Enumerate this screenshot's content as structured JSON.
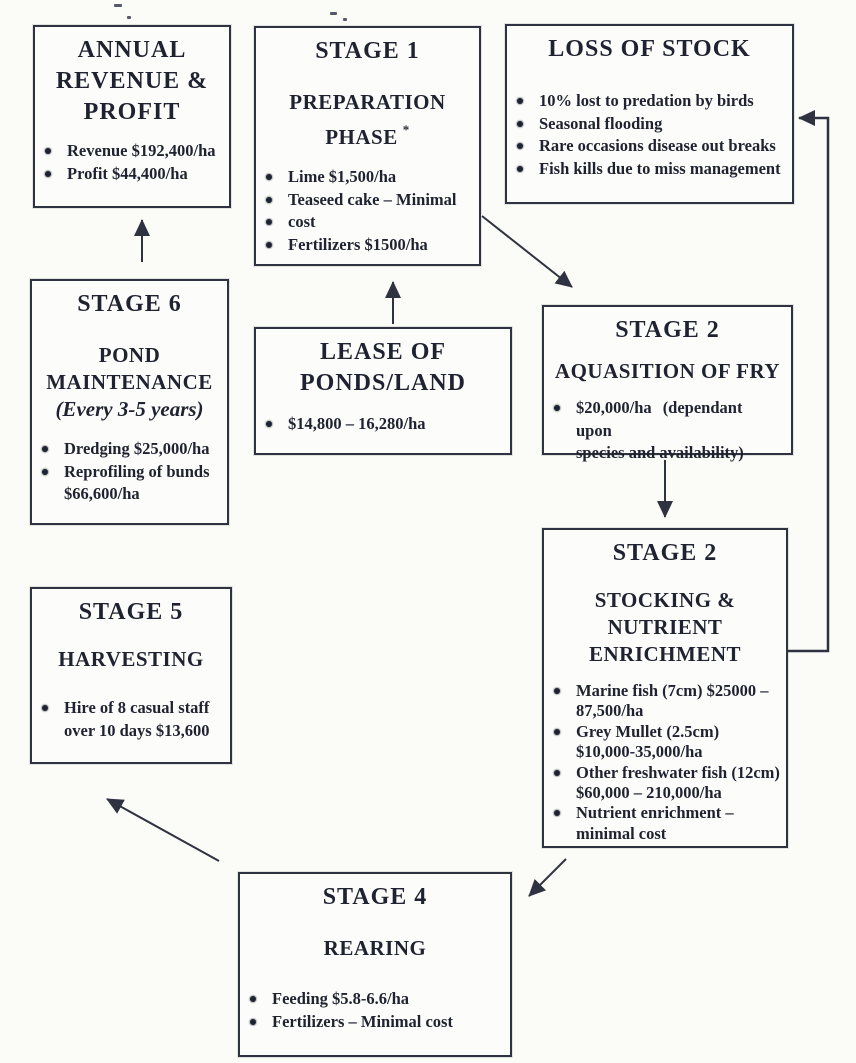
{
  "colors": {
    "ink": "#1f2230",
    "line": "#2f3240",
    "background": "#fbfbf8"
  },
  "boxes": {
    "annual": {
      "title_lines": [
        "ANNUAL",
        "REVENUE &",
        "PROFIT"
      ],
      "items": [
        {
          "bullet": true,
          "text": "Revenue $192,400/ha"
        },
        {
          "bullet": true,
          "text": "Profit $44,400/ha"
        }
      ]
    },
    "stage1": {
      "title": "STAGE 1",
      "subtitle_lines": [
        "PREPARATION",
        "PHASE"
      ],
      "footnote_marker": "*",
      "items": [
        {
          "bullet": true,
          "text": "Lime $1,500/ha"
        },
        {
          "bullet": true,
          "text": "Teaseed cake – Minimal"
        },
        {
          "bullet": true,
          "text": "cost"
        },
        {
          "bullet": true,
          "text": "Fertilizers $1500/ha"
        }
      ]
    },
    "loss": {
      "title": "LOSS OF STOCK",
      "items": [
        {
          "bullet": true,
          "text": "10% lost to predation by birds"
        },
        {
          "bullet": true,
          "text": "Seasonal flooding"
        },
        {
          "bullet": true,
          "text": "Rare occasions disease out breaks"
        },
        {
          "bullet": true,
          "text": "Fish kills due to miss management"
        }
      ]
    },
    "stage6": {
      "title": "STAGE 6",
      "subtitle_lines": [
        "POND",
        "MAINTENANCE"
      ],
      "subtitle_note": "(Every 3-5 years)",
      "items": [
        {
          "bullet": true,
          "text": "Dredging $25,000/ha"
        },
        {
          "bullet": true,
          "text": "Reprofiling of bunds"
        },
        {
          "bullet": false,
          "text": "$66,600/ha"
        }
      ]
    },
    "lease": {
      "title_lines": [
        "LEASE OF",
        "PONDS/LAND"
      ],
      "items": [
        {
          "bullet": true,
          "text": "$14,800 – 16,280/ha"
        }
      ]
    },
    "acquisition": {
      "title": "STAGE 2",
      "subtitle_lines": [
        "AQUASITION OF FRY"
      ],
      "items": [
        {
          "bullet": true,
          "text": "$20,000/ha (dependant upon"
        },
        {
          "bullet": false,
          "text": "species and availability)"
        }
      ]
    },
    "stocking": {
      "title": "STAGE 2",
      "subtitle_lines": [
        "STOCKING &",
        "NUTRIENT",
        "ENRICHMENT"
      ],
      "items": [
        {
          "bullet": true,
          "text": "Marine fish (7cm) $25000 –"
        },
        {
          "bullet": false,
          "text": "87,500/ha"
        },
        {
          "bullet": true,
          "text": "Grey Mullet (2.5cm)"
        },
        {
          "bullet": false,
          "text": "$10,000-35,000/ha"
        },
        {
          "bullet": true,
          "text": "Other freshwater fish (12cm)"
        },
        {
          "bullet": false,
          "text": "$60,000 – 210,000/ha"
        },
        {
          "bullet": true,
          "text": "Nutrient enrichment –"
        },
        {
          "bullet": false,
          "text": "minimal cost"
        }
      ]
    },
    "stage5": {
      "title": "STAGE 5",
      "subtitle_lines": [
        "HARVESTING"
      ],
      "items": [
        {
          "bullet": true,
          "text": "Hire of 8 casual staff"
        },
        {
          "bullet": false,
          "text": "over 10 days $13,600"
        }
      ]
    },
    "stage4": {
      "title": "STAGE 4",
      "subtitle_lines": [
        "REARING"
      ],
      "items": [
        {
          "bullet": true,
          "text": "Feeding $5.8-6.6/ha"
        },
        {
          "bullet": true,
          "text": "Fertilizers – Minimal cost"
        }
      ]
    }
  },
  "flow": [
    {
      "from": "lease-of-ponds-land",
      "to": "stage-1-preparation-phase"
    },
    {
      "from": "stage-1-preparation-phase",
      "to": "stage-2-aquasition-of-fry"
    },
    {
      "from": "stage-2-aquasition-of-fry",
      "to": "stage-2-stocking-nutrient-enrichment"
    },
    {
      "from": "stage-2-stocking-nutrient-enrichment",
      "to": "loss-of-stock"
    },
    {
      "from": "stage-2-stocking-nutrient-enrichment",
      "to": "stage-4-rearing"
    },
    {
      "from": "stage-4-rearing",
      "to": "stage-5-harvesting"
    },
    {
      "from": "stage-5-harvesting",
      "to": "stage-6-pond-maintenance"
    },
    {
      "from": "stage-6-pond-maintenance",
      "to": "annual-revenue-profit"
    }
  ]
}
